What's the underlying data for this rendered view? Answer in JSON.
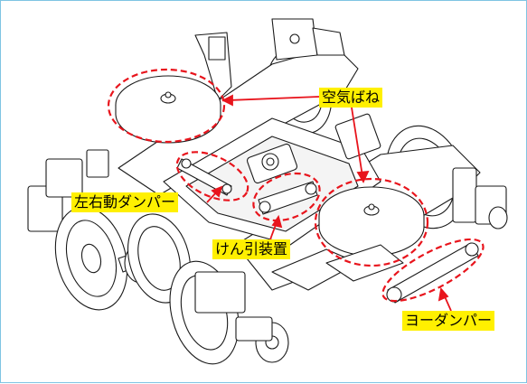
{
  "labels": {
    "air_spring": "空気ばね",
    "lateral_damper": "左右動ダンパー",
    "traction_device": "けん引装置",
    "yaw_damper": "ヨーダンパー"
  },
  "colors": {
    "callout_bg": "#fff000",
    "annotation_red": "#e8141c",
    "frame_border": "#7fc4e3",
    "line_art": "#1a1a1a"
  }
}
